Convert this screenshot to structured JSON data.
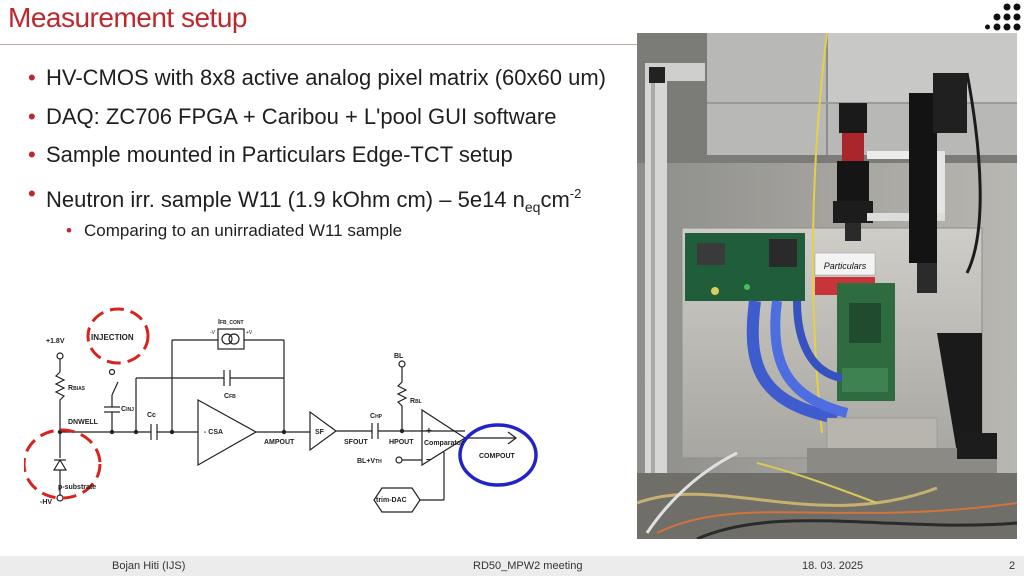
{
  "slide": {
    "title": "Measurement setup",
    "bullets": [
      {
        "text": "HV-CMOS with 8x8 active analog pixel matrix (60x60 um)"
      },
      {
        "text": "DAQ: ZC706 FPGA + Caribou + L'pool GUI software"
      },
      {
        "text": "Sample mounted in Particulars Edge-TCT setup"
      },
      {
        "prefix": "Neutron irr. sample W11 (1.9 kOhm cm) – 5e14 n",
        "sub": "eq",
        "mid": "cm",
        "sup": "-2"
      }
    ],
    "subbullet": "Comparing to an unirradiated W11 sample"
  },
  "schematic": {
    "v18": "+1.8V",
    "injection": "INJECTION",
    "ifb_main": "I",
    "ifb_sub": "FB_CONT",
    "minus_v": "-V",
    "plus_v": "+V",
    "rbias_main": "R",
    "rbias_sub": "BIAS",
    "cinj_main": "C",
    "cinj_sub": "INJ",
    "cc": "Cc",
    "cfb_main": "C",
    "cfb_sub": "FB",
    "dnwell": "DNWELL",
    "csa": "- CSA",
    "ampout": "AMPOUT",
    "sf": "SF",
    "chp_main": "C",
    "chp_sub": "HP",
    "sfout": "SFOUT",
    "hpout": "HPOUT",
    "bl": "BL",
    "rbl_main": "R",
    "rbl_sub": "BL",
    "plus": "+",
    "minus": "–",
    "comparator": "Comparator",
    "compout": "COMPOUT",
    "blvth_main": "BL+V",
    "blvth_sub": "TH",
    "psubstrate": "p-substrate",
    "hv": "-HV",
    "trimdac": "trim-DAC"
  },
  "photo": {
    "label": "Particulars"
  },
  "footer": {
    "author": "Bojan Hiti (IJS)",
    "meeting": "RD50_MPW2 meeting",
    "date": "18. 03. 2025",
    "page": "2"
  }
}
